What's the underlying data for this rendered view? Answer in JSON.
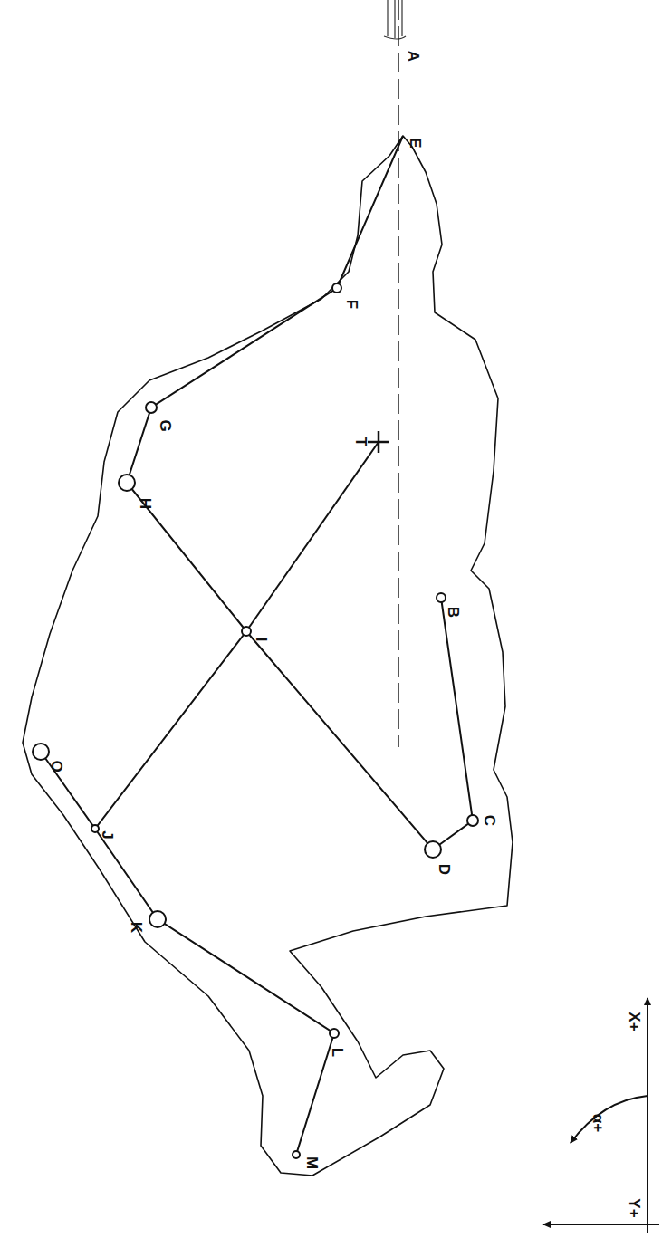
{
  "diagram": {
    "labels": [
      "A",
      "E",
      "F",
      "G",
      "H",
      "T",
      "I",
      "B",
      "C",
      "D",
      "O",
      "J",
      "K",
      "L",
      "M",
      "X+",
      "Y+",
      "α+"
    ]
  }
}
